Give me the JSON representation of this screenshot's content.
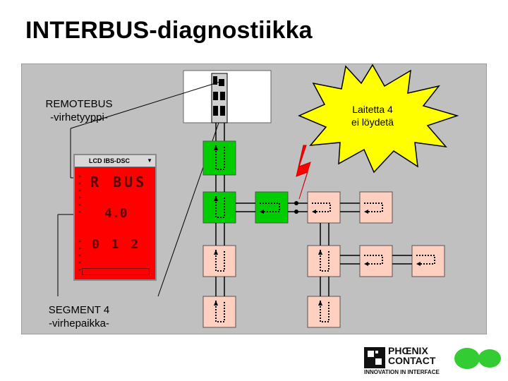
{
  "title": "INTERBUS-diagnostiikka",
  "labels": {
    "remotebus_line1": "REMOTEBUS",
    "remotebus_line2": "-virhetyyppi-",
    "segment_line1": "SEGMENT 4",
    "segment_line2": "-virhepaikka-"
  },
  "callout": {
    "line1": "Laitetta 4",
    "line2": "ei löydetä"
  },
  "device": {
    "header": "LCD IBS-DSC",
    "dropdown_arrow": "▼",
    "display_line1": "R BUS",
    "display_line2": "4.0",
    "display_line3": "0 1 2"
  },
  "logo": {
    "brand_line1": "PHŒNIX",
    "brand_line2": "CONTACT",
    "tagline": "INNOVATION IN INTERFACE"
  },
  "colors": {
    "panel": "#c0c0c0",
    "device": "#ff0000",
    "ok_module": "#00cc00",
    "fault_module": "#ffd0c0",
    "callout": "#ffff00",
    "logo_green": "#33cc33"
  }
}
